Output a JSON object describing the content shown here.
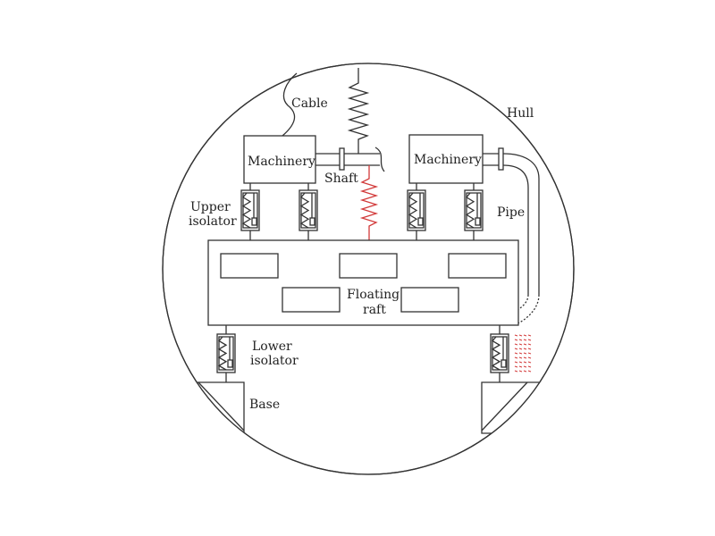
{
  "labels": {
    "cable": "Cable",
    "hull": "Hull",
    "machinery_left": "Machinery",
    "machinery_right": "Machinery",
    "shaft": "Shaft",
    "upper_isolator_1": "Upper",
    "upper_isolator_2": "isolator",
    "pipe": "Pipe",
    "raft_1": "Floating",
    "raft_2": "raft",
    "lower_isolator_1": "Lower",
    "lower_isolator_2": "isolator",
    "base": "Base"
  },
  "colors": {
    "line": "#333333",
    "vibration": "#d23a3a"
  }
}
